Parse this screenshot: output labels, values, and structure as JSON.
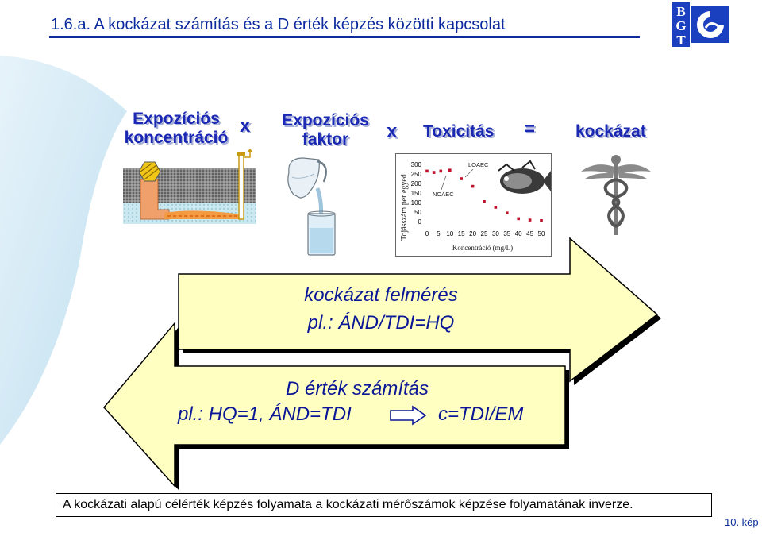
{
  "header": {
    "title": "1.6.a. A kockázat számítás és a D érték képzés közötti kapcsolat",
    "logo_letters": [
      "B",
      "G",
      "T"
    ]
  },
  "equation": {
    "term1": "Expozíciós koncentráció",
    "op1": "x",
    "term2": "Expozíciós faktor",
    "op2": "x",
    "term3": "Toxicitás",
    "op3": "=",
    "result": "kockázat"
  },
  "chart_data": {
    "type": "scatter",
    "title": "",
    "xlabel": "Koncentráció (mg/L)",
    "ylabel": "Tojásszám per egyed",
    "xticks": [
      0,
      5,
      10,
      15,
      20,
      25,
      30,
      35,
      40,
      45,
      50
    ],
    "yticks": [
      0,
      50,
      100,
      150,
      200,
      250,
      300
    ],
    "xlim": [
      0,
      50
    ],
    "ylim": [
      0,
      300
    ],
    "annotations": [
      "NOAEC",
      "LOAEC"
    ],
    "points": [
      {
        "x": 0,
        "y": 265
      },
      {
        "x": 3,
        "y": 258
      },
      {
        "x": 6,
        "y": 265
      },
      {
        "x": 10,
        "y": 270
      },
      {
        "x": 15,
        "y": 225
      },
      {
        "x": 20,
        "y": 185
      },
      {
        "x": 25,
        "y": 105
      },
      {
        "x": 30,
        "y": 75
      },
      {
        "x": 35,
        "y": 45
      },
      {
        "x": 40,
        "y": 15
      },
      {
        "x": 45,
        "y": 8
      },
      {
        "x": 50,
        "y": 5
      }
    ],
    "point_color": "#c0102c"
  },
  "arrows": {
    "forward_line1": "kockázat felmérés",
    "forward_line2": "pl.: ÁND/TDI=HQ",
    "backward_line1": "D érték számítás",
    "backward_line2a": "pl.: HQ=1, ÁND=TDI",
    "backward_line2b": "c=TDI/EM"
  },
  "footer": {
    "note": "A kockázati alapú célérték képzés folyamata a kockázati mérőszámok képzése folyamatának inverze.",
    "page": "10. kép"
  },
  "colors": {
    "label_blue": "#1a28b4",
    "title_blue": "#0b2a9e",
    "arrow_fill": "#ffffc2",
    "arrow_edge": "#000000",
    "swoosh": "#cfe7f3"
  }
}
